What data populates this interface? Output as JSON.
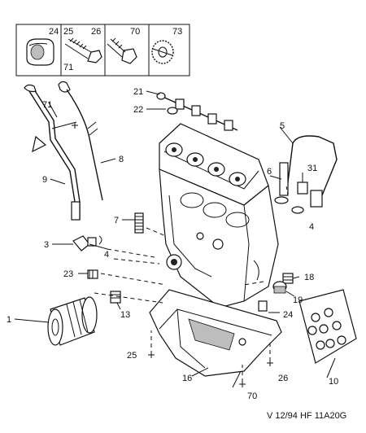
{
  "inset": {
    "labels": [
      "24",
      "25",
      "26",
      "70",
      "73",
      "71"
    ]
  },
  "callouts": {
    "c1": "1",
    "c3": "3",
    "c4a": "4",
    "c4b": "4",
    "c5": "5",
    "c6": "6",
    "c7": "7",
    "c8": "8",
    "c9": "9",
    "c10": "10",
    "c13": "13",
    "c16": "16",
    "c18": "18",
    "c19": "19",
    "c21": "21",
    "c22": "22",
    "c23": "23",
    "c24": "24",
    "c25": "25",
    "c26": "26",
    "c31": "31",
    "c70": "70",
    "c71": "71"
  },
  "reference": "V 12/94 HF 11A20G"
}
